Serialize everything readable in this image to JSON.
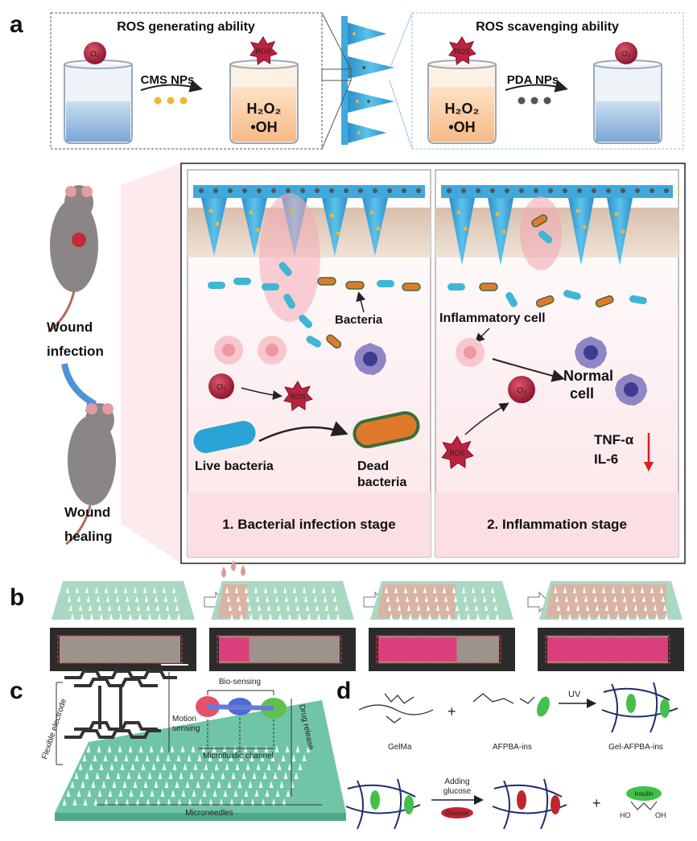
{
  "panel_a": {
    "letter": "a",
    "ros_generating": "ROS generating ability",
    "ros_scavenging": "ROS scavenging ability",
    "cms_nps": "CMS NPs",
    "pda_nps": "PDA NPs",
    "o2": "O₂",
    "ros": "ROS",
    "h2o2": "H₂O₂",
    "oh": "•OH",
    "wound_infection": [
      "Wound",
      "infection"
    ],
    "wound_healing": [
      "Wound",
      "healing"
    ],
    "bacteria": "Bacteria",
    "live_bacteria": "Live bacteria",
    "dead_bacteria": [
      "Dead",
      "bacteria"
    ],
    "inflammatory_cell": "Inflammatory cell",
    "normal_cell": [
      "Normal",
      "cell"
    ],
    "tnf": "TNF-α",
    "il6": "IL-6",
    "stage1": "1. Bacterial infection stage",
    "stage2": "2. Inflammation stage"
  },
  "panel_b": {
    "letter": "b"
  },
  "panel_c": {
    "letter": "c",
    "flexible_electrode": "Flexible electrode",
    "bio_sensing": "Bio-sensing",
    "motion_sensing": [
      "Motion",
      "sensing"
    ],
    "microfluidic_channel": "Microfluidic channel",
    "drug_release": "Drug release",
    "microneedles": "Microneedles"
  },
  "panel_d": {
    "letter": "d",
    "gelma": "GelMa",
    "afpba": "AFPBA-ins",
    "gel_afpba": "Gel-AFPBA-ins",
    "uv": "UV",
    "adding_glucose": [
      "Adding",
      "glucose"
    ],
    "glucose": "Glucose",
    "insulin": "Insulin",
    "plus": "+",
    "ho": "HO",
    "oh": "OH"
  },
  "colors": {
    "needle_blue": "#3fa9dd",
    "patch_green": "#a9d9c3",
    "ros_red": "#b0243c",
    "skin_pink": "#f6d3d8",
    "accent_red": "#d8211f"
  }
}
